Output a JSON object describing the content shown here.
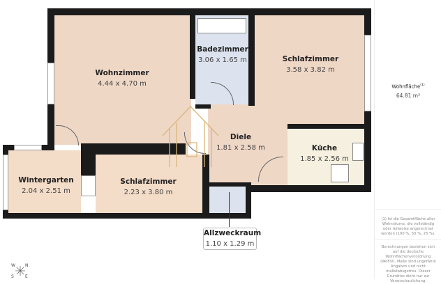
{
  "rooms": [
    {
      "name": "Wohnzimmer",
      "dims": "4.44 x 4.70 m",
      "color": "#efd7c6"
    },
    {
      "name": "Badezimmer",
      "dims": "3.06 x 1.65 m",
      "color": "#dde3ee"
    },
    {
      "name": "Schlafzimmer",
      "dims": "3.58 x 3.82 m",
      "color": "#efd7c6"
    },
    {
      "name": "Diele",
      "dims": "1.81 x 2.58 m",
      "color": "#efd7c6"
    },
    {
      "name": "Küche",
      "dims": "1.85 x 2.56 m",
      "color": "#f5f0df"
    },
    {
      "name": "Wintergarten",
      "dims": "2.04 x 2.51 m",
      "color": "#f3dcc8"
    },
    {
      "name": "Schlafzimmer",
      "dims": "2.23 x 3.80 m",
      "color": "#f3dcc8"
    },
    {
      "name": "Allzweckraum",
      "dims": "1.10 x 1.29 m",
      "color": "#dde3ee"
    }
  ],
  "sidebar": {
    "area_label": "Wohnfläche",
    "area_sup": "(1)",
    "area_value": "64.81 m²",
    "note1": "(1) Ist die Gesamtfläche aller Wohnräume, die vollständig oder teilweise angerechnet werden (100 %, 50 %, 25 %).",
    "note2": "Berechnungen beziehen sich auf die deutsche Wohnflächenverordnung (WoFlV). Maße sind ungefähre Angaben und nicht maßstabsgetreu. Dieser Grundriss dient nur zur Veranschaulichung."
  },
  "compass": {
    "n": "N",
    "e": "E",
    "s": "S",
    "w": "W"
  },
  "colors": {
    "wall": "#1b1b1b",
    "logo": "#d9b77a"
  }
}
